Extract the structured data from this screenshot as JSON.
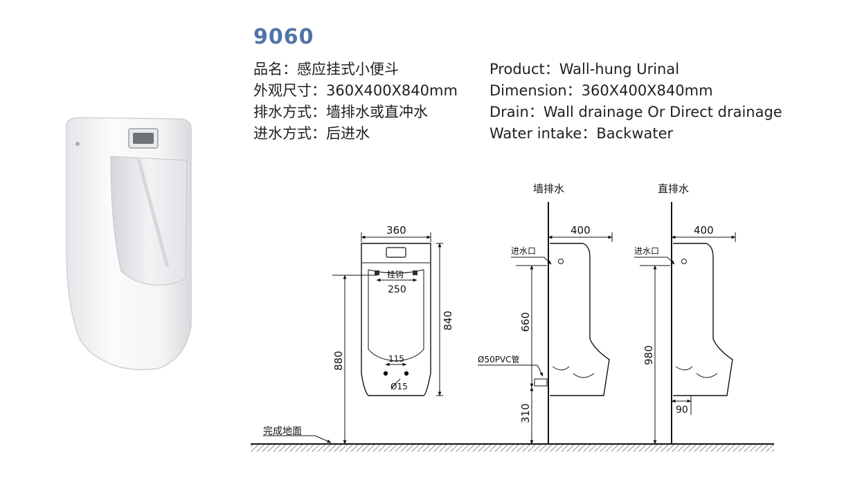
{
  "model": "9060",
  "specs_cn": [
    "品名：感应挂式小便斗",
    "外观尺寸：360X400X840mm",
    "排水方式：墙排水或直冲水",
    "进水方式：后进水"
  ],
  "specs_en": [
    "Product：Wall-hung Urinal",
    "Dimension：360X400X840mm",
    "Drain：Wall drainage Or Direct drainage",
    "Water intake：Backwater"
  ],
  "front_view": {
    "width": "360",
    "hook_label": "挂钩",
    "hook_spacing": "250",
    "height": "840",
    "mount_height": "880",
    "outlet_spacing": "115",
    "outlet_diameter": "Ø15"
  },
  "wall_drain_view": {
    "title": "墙排水",
    "depth": "400",
    "inlet_label": "进水口",
    "inlet_height": "660",
    "pipe_label": "Ø50PVC管",
    "pipe_height": "310"
  },
  "direct_drain_view": {
    "title": "直排水",
    "depth": "400",
    "inlet_label": "进水口",
    "height": "980",
    "outlet_offset": "90"
  },
  "floor_label": "完成地面"
}
